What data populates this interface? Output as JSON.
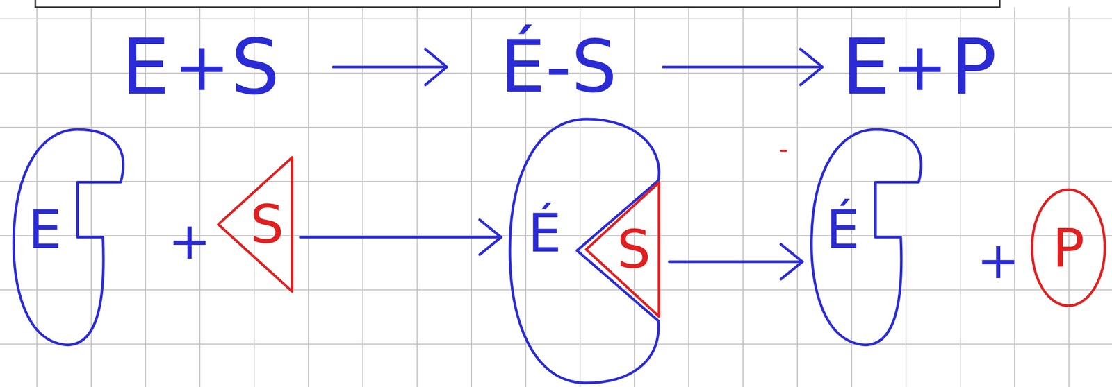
{
  "diagram": {
    "nodes": [
      {
        "text": [
          "E"
        ]
      },
      {
        "text": [
          "S"
        ]
      },
      {
        "text": [
          "É"
        ]
      },
      {
        "text": [
          "S"
        ],
        "in": 2
      },
      {
        "text": [
          "É"
        ]
      },
      {
        "text": [
          "P"
        ]
      }
    ],
    "edges": [
      {
        "from": 1,
        "to": 2,
        "arrow": "to"
      },
      {
        "from": 2,
        "to": 4,
        "arrow": "to"
      }
    ],
    "labels": [
      "E",
      "+",
      "S",
      "É-S",
      "E",
      "+",
      "P",
      "+",
      "+"
    ]
  }
}
